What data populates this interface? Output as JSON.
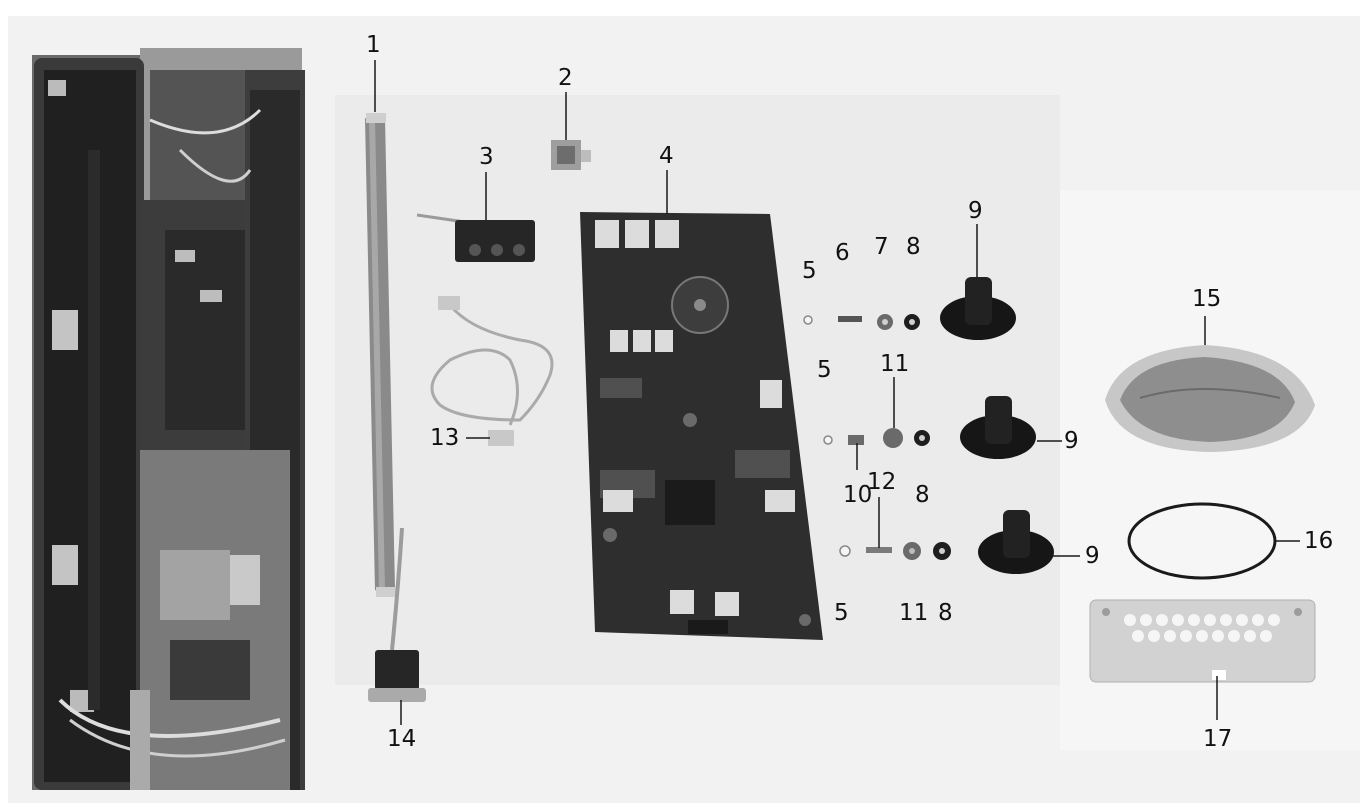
{
  "callouts": {
    "n1": "1",
    "n2": "2",
    "n3": "3",
    "n4": "4",
    "n5a": "5",
    "n5b": "5",
    "n5c": "5",
    "n6": "6",
    "n7": "7",
    "n8a": "8",
    "n8b": "8",
    "n8c": "8",
    "n9a": "9",
    "n9b": "9",
    "n9c": "9",
    "n10": "10",
    "n11a": "11",
    "n11b": "11",
    "n12": "12",
    "n13": "13",
    "n14": "14",
    "n15": "15",
    "n16": "16",
    "n17": "17"
  },
  "colors": {
    "background": "#ffffff",
    "photo_backdrop": "#efefef",
    "board": "#2e2e2e",
    "knob": "#141414",
    "callout_text": "#111111"
  }
}
